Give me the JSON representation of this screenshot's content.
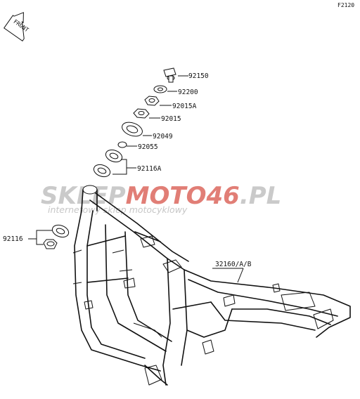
{
  "diagram_code": "F2120",
  "front_label": "FRONT",
  "watermark": {
    "brand_gray": "SKLEP",
    "brand_red": "MOTO46",
    "brand_suffix": ".PL",
    "tagline": "internetowy sklep motocyklowy",
    "gray_color": "#c8c8c8",
    "red_color": "#e0786f"
  },
  "callouts": {
    "p92150": "92150",
    "p92200": "92200",
    "p92015a": "92015A",
    "p92015": "92015",
    "p92049": "92049",
    "p92055": "92055",
    "p92116a": "92116A",
    "p92116": "92116",
    "p32160": "32160/A/B"
  }
}
